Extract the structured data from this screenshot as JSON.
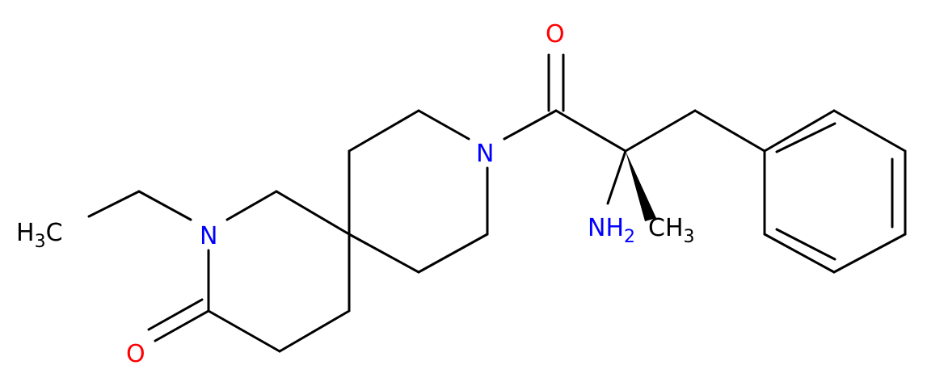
{
  "molecule": {
    "colors": {
      "bond": "#000000",
      "carbon": "#000000",
      "nitrogen": "#0000ff",
      "oxygen": "#ff0000"
    },
    "labels": {
      "methyl_left": {
        "main": "H",
        "sub": "3",
        "tail": "C"
      },
      "nitrogen_lactam": "N",
      "oxygen_lactam": "O",
      "nitrogen_piperidine": "N",
      "oxygen_amide": "O",
      "amine": {
        "main": "NH",
        "sub": "2"
      },
      "methyl_chiral": {
        "main": "CH",
        "sub": "3"
      }
    },
    "stereo": {
      "wedge_bond": "chiral-carbon-to-methyl"
    }
  }
}
